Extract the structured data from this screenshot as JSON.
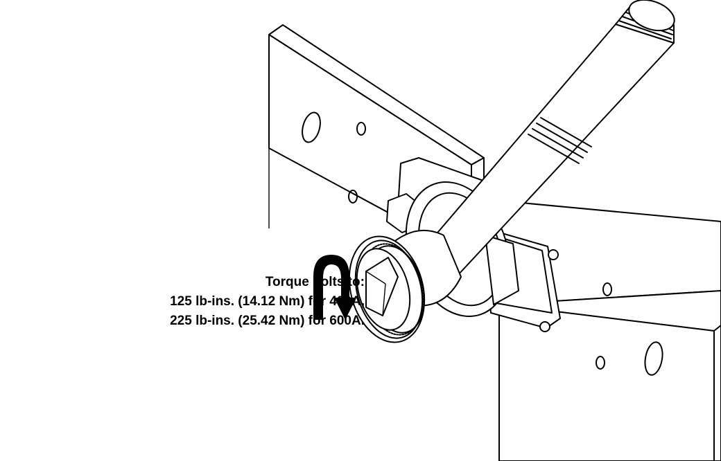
{
  "callout": {
    "line1": "Torque bolts to:",
    "line2": "125 lb-ins. (14.12 Nm) for 400A,",
    "line3": "225 lb-ins. (25.42 Nm) for 600A."
  },
  "colors": {
    "ink": "#000000",
    "paper": "#ffffff"
  },
  "icons": [
    "rotation-arrow-icon"
  ]
}
